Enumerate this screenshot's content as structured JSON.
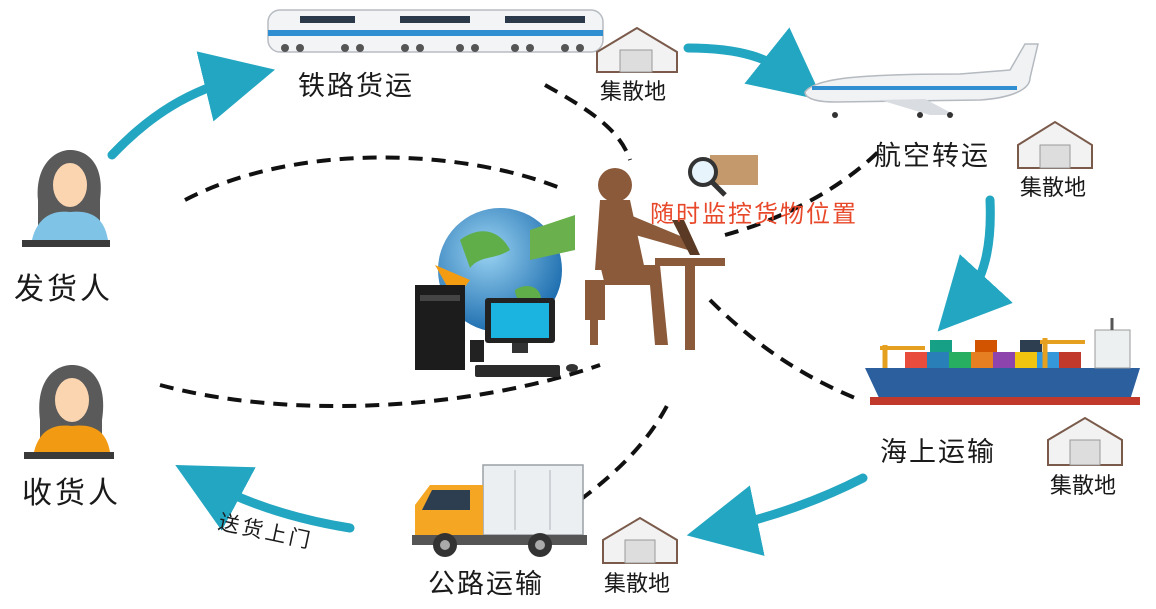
{
  "diagram": {
    "sender_label": "发货人",
    "receiver_label": "收货人",
    "rail_label": "铁路货运",
    "air_label": "航空转运",
    "sea_label": "海上运输",
    "road_label": "公路运输",
    "delivery_label": "送货上门",
    "monitor_label": "随时监控货物位置",
    "depot_labels": [
      "集散地",
      "集散地",
      "集散地",
      "集散地"
    ]
  },
  "colors": {
    "arrow": "#23a6c1",
    "person_sender_shirt": "#7fc3e6",
    "person_receiver_shirt": "#f29a12",
    "hair": "#5a5a5a",
    "operator_silhouette": "#8a5a3a",
    "monitor_text": "#e8482a",
    "ship_hull": "#2c5f9e",
    "truck_cab": "#f5a623"
  }
}
